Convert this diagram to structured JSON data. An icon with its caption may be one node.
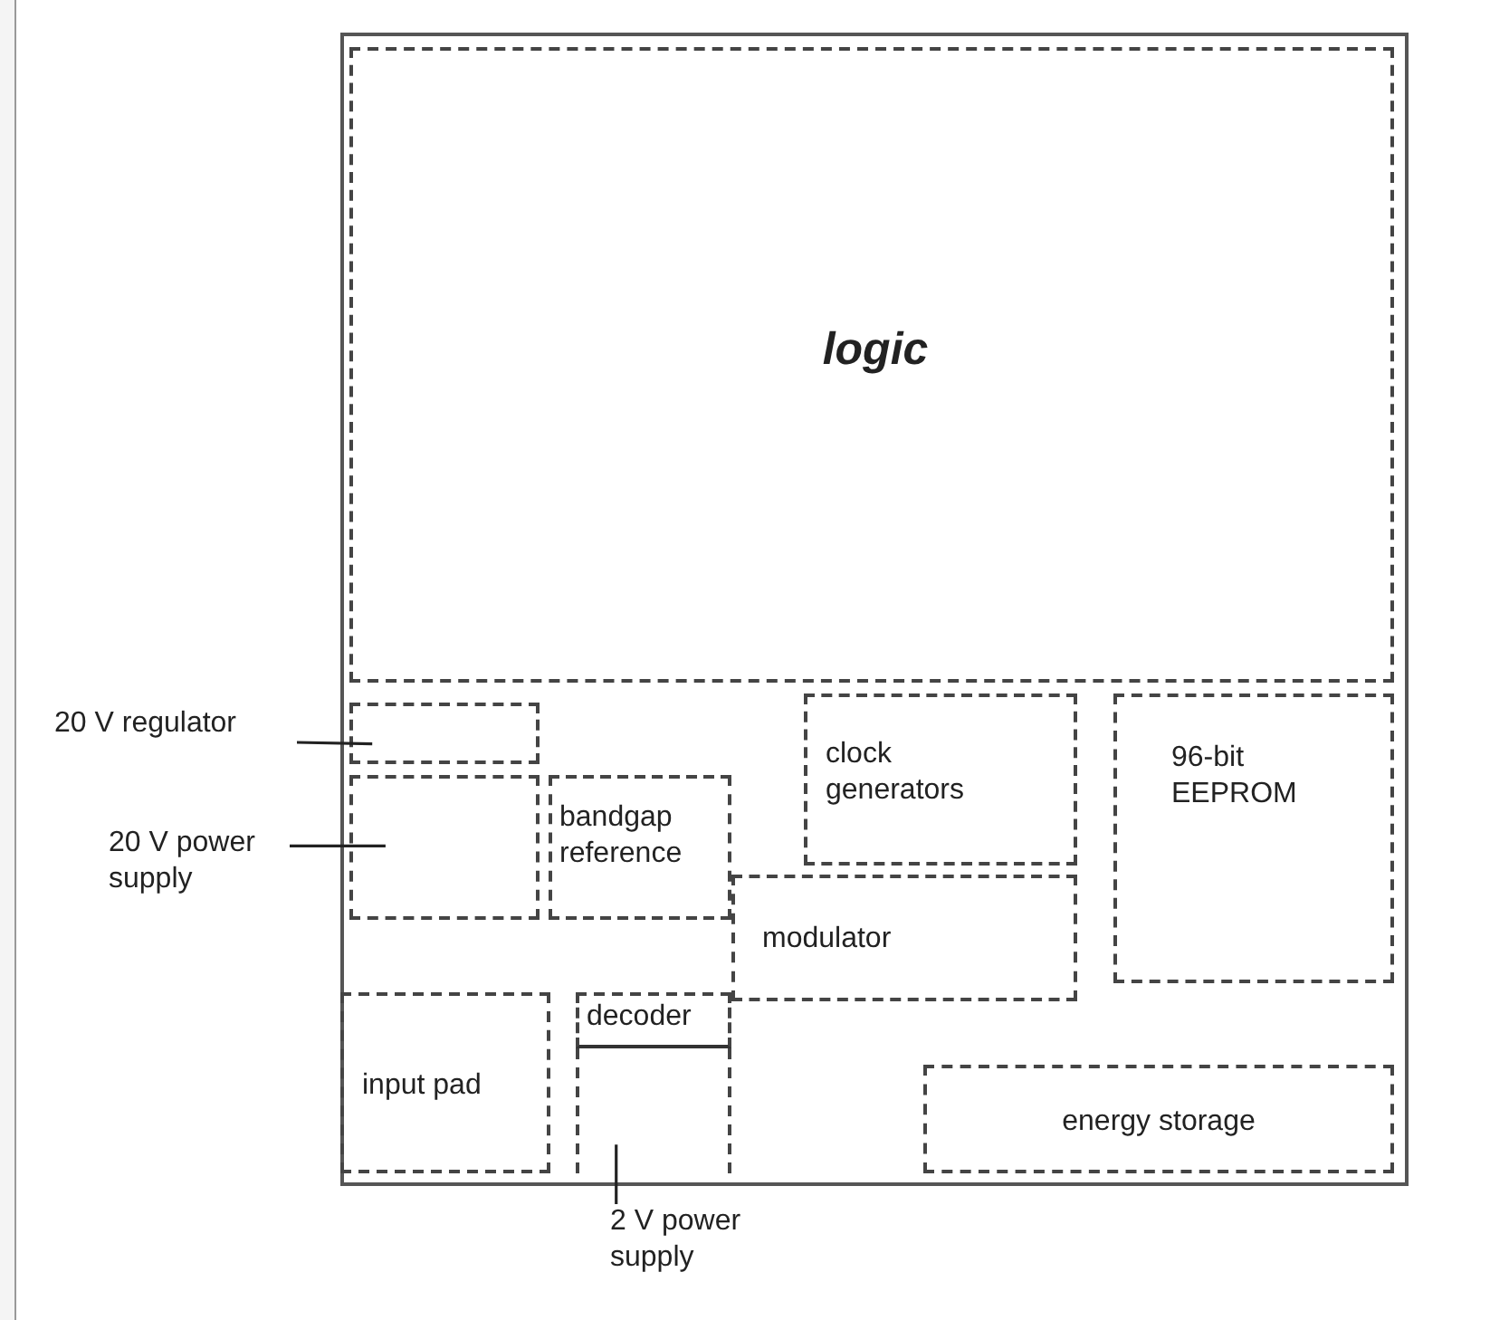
{
  "diagram": {
    "nodes": [
      {
        "text": [],
        "shape": "box"
      },
      {
        "text": [
          "logic"
        ],
        "in": 0
      },
      {
        "text": [
          "20 V regulator"
        ]
      },
      {
        "text": [],
        "shape": "box",
        "in": 0
      },
      {
        "text": [
          "20 V power supply"
        ]
      },
      {
        "text": [],
        "shape": "box",
        "in": 0
      },
      {
        "text": [
          "bandgap reference"
        ],
        "in": 0
      },
      {
        "text": [
          "clock generators"
        ],
        "in": 0
      },
      {
        "text": [
          "96-bit EEPROM"
        ],
        "in": 0
      },
      {
        "text": [
          "modulator"
        ],
        "in": 0
      },
      {
        "text": [
          "input pad"
        ],
        "in": 0
      },
      {
        "text": [
          "decoder"
        ],
        "in": 0
      },
      {
        "text": [],
        "shape": "box",
        "in": 0
      },
      {
        "text": [
          "energy storage"
        ],
        "in": 0
      },
      {
        "text": [
          "2 V power supply"
        ]
      }
    ],
    "edges": [
      {
        "from": 2,
        "to": 3,
        "arrow": "none"
      },
      {
        "from": 4,
        "to": 5,
        "arrow": "none"
      },
      {
        "from": 14,
        "to": 12,
        "arrow": "none"
      }
    ]
  }
}
